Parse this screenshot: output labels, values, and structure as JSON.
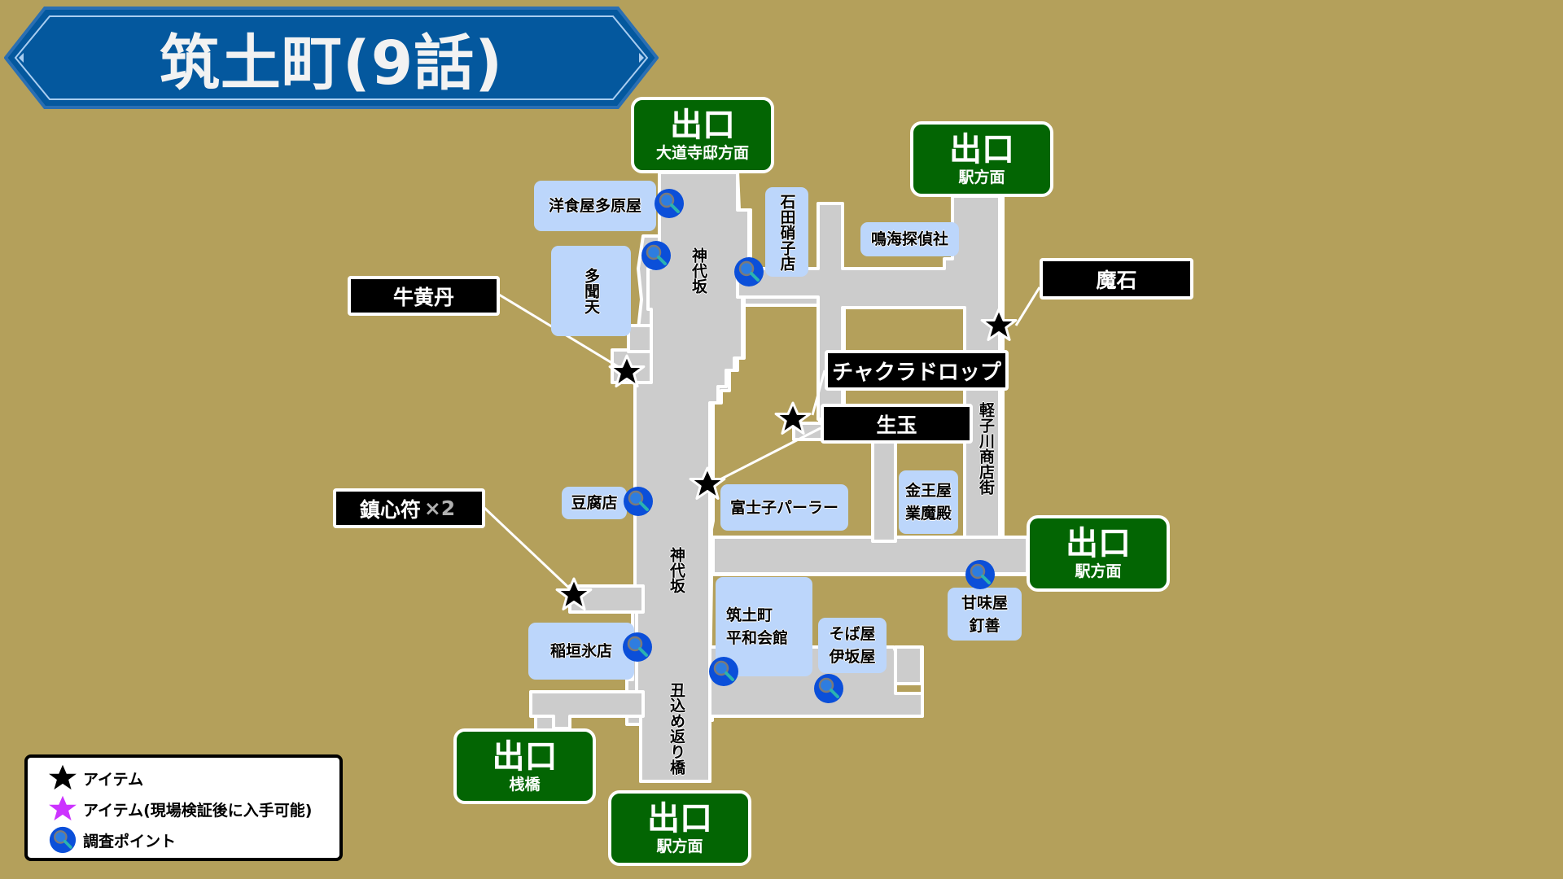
{
  "title": "筑土町(9話)",
  "colors": {
    "background": "#b4a05b",
    "road": "#cccccc",
    "road_outline": "#ffffff",
    "building": "#bcd6fb",
    "exit_green": "#036503",
    "banner_blue": "#04589e",
    "item_star": "#000000",
    "item_star_after_inspection": "#cc33ff",
    "investigation_point": "#0b4fd9"
  },
  "exits": [
    {
      "label": "出口",
      "sub": "大道寺邸方面"
    },
    {
      "label": "出口",
      "sub": "駅方面"
    },
    {
      "label": "出口",
      "sub": "駅方面"
    },
    {
      "label": "出口",
      "sub": "桟橋"
    },
    {
      "label": "出口",
      "sub": "駅方面"
    }
  ],
  "items": [
    {
      "name": "牛黄丹",
      "icon": "star-icon"
    },
    {
      "name": "魔石",
      "icon": "star-icon"
    },
    {
      "name": "チャクラドロップ",
      "icon": "star-icon"
    },
    {
      "name": "生玉",
      "icon": "star-icon"
    },
    {
      "name": "鎮心符",
      "quantity": "×2",
      "icon": "star-icon"
    }
  ],
  "buildings": {
    "yoshokuya": "洋食屋多原屋",
    "tamonten": "多聞天",
    "ishida": "石田硝子店",
    "narumi": "鳴海探偵社",
    "tofu": "豆腐店",
    "fujiko": "富士子パーラー",
    "kinnouya_line1": "金王屋",
    "kinnouya_line2": "業魔殿",
    "inagaki": "稲垣氷店",
    "heiwa_line1": "筑土町",
    "heiwa_line2": "平和会館",
    "soba_line1": "そば屋",
    "soba_line2": "伊坂屋",
    "kanmi_line1": "甘味屋",
    "kanmi_line2": "釘善"
  },
  "streets": {
    "kamishiro_upper": "神代坂",
    "kamishiro_lower": "神代坂",
    "karukogawa": "軽子川商店街",
    "ushi": "丑込め返り橋"
  },
  "legend": [
    {
      "icon": "black-star-icon",
      "label": "アイテム"
    },
    {
      "icon": "purple-star-icon",
      "label": "アイテム(現場検証後に入手可能)"
    },
    {
      "icon": "magnifier-icon",
      "label": "調査ポイント"
    }
  ]
}
